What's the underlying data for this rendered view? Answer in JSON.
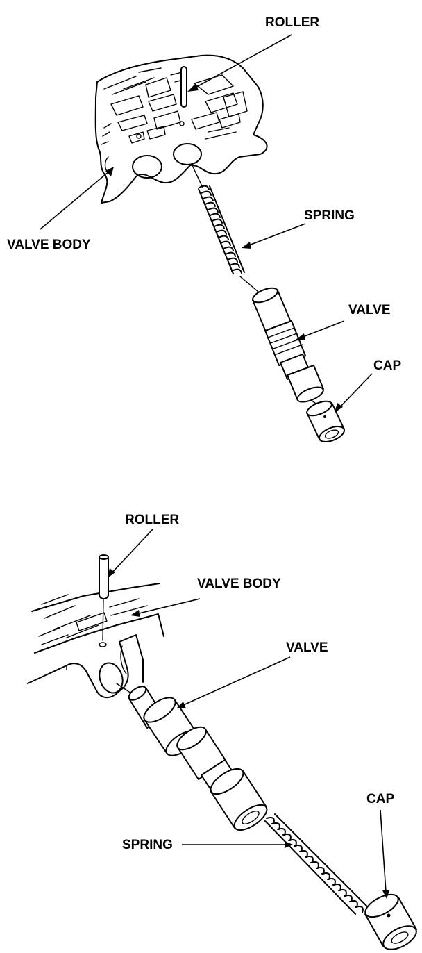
{
  "upper_diagram": {
    "labels": {
      "roller": "ROLLER",
      "spring": "SPRING",
      "valve_body": "VALVE BODY",
      "valve": "VALVE",
      "cap": "CAP"
    }
  },
  "lower_diagram": {
    "labels": {
      "roller": "ROLLER",
      "valve_body": "VALVE BODY",
      "valve": "VALVE",
      "cap": "CAP",
      "spring": "SPRING"
    }
  }
}
